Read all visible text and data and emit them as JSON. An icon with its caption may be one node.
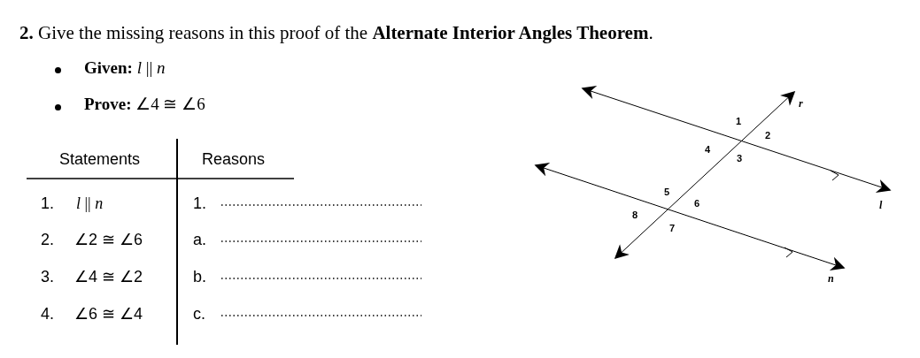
{
  "diagram": {
    "title": "**2.** Give the missing reasons in this proof of the **Alternate Interior Angles Theorem**.",
    "labels": [
      "**Given:** *l* || *n*",
      "**Prove:** ∠4 ≅ ∠6",
      "Statements",
      "Reasons",
      "1.",
      "*l* || *n*",
      "1.",
      "2.",
      "∠2 ≅ ∠6",
      "a.",
      "3.",
      "∠4 ≅ ∠2",
      "b.",
      "4.",
      "∠6 ≅ ∠4",
      "c.",
      "r",
      "1",
      "2",
      "4",
      "3",
      "l",
      "5",
      "6",
      "8",
      "7",
      "n"
    ]
  }
}
